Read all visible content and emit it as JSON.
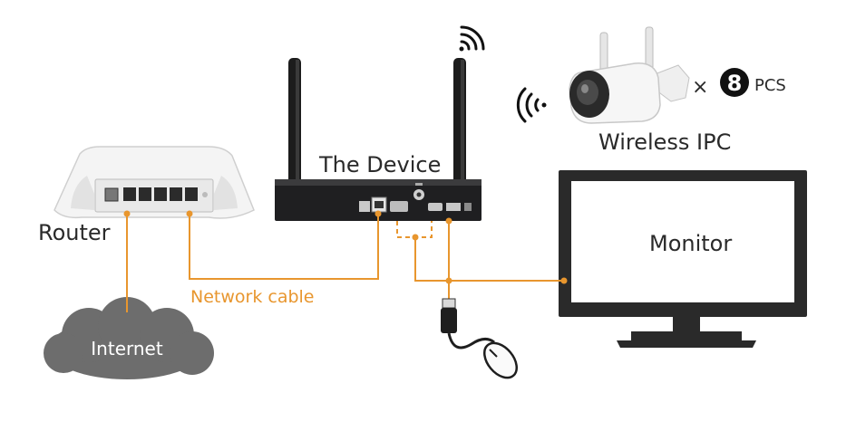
{
  "labels": {
    "router": "Router",
    "device": "The Device",
    "camera": "Wireless IPC",
    "monitor": "Monitor",
    "network_cable": "Network cable",
    "internet": "Internet"
  },
  "camera_count": {
    "times": "×",
    "count": "8",
    "unit": "PCS"
  },
  "colors": {
    "cable": "#e8962e",
    "device_body": "#1e1e20",
    "router_body": "#f3f3f3",
    "cloud": "#6b6b6b",
    "monitor_frame": "#2a2a2a"
  },
  "icons": [
    "wifi-signal-icon",
    "wifi-receive-icon",
    "mouse-icon",
    "usb-plug-icon"
  ]
}
